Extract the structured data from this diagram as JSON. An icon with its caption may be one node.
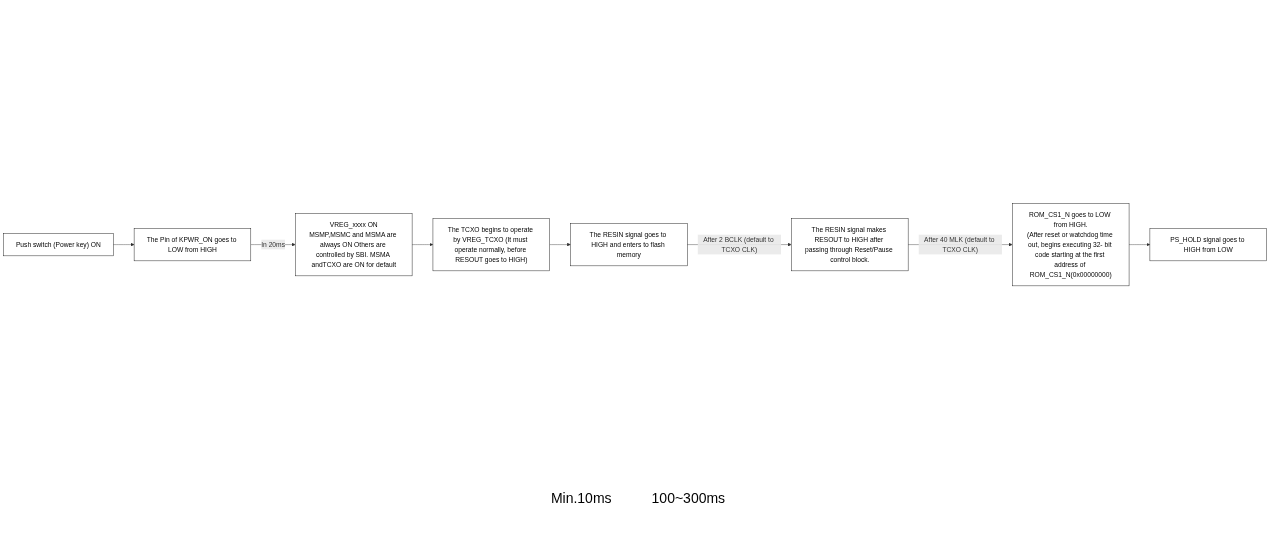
{
  "diagram": {
    "nodes": [
      {
        "text": [
          "Push switch (Power key) ON"
        ]
      },
      {
        "text": [
          "The Pin of KPWR_ON goes to LOW from HIGH"
        ]
      },
      {
        "text": [
          "VREG_xxxx ON",
          "MSMP,MSMC and MSMA are always ON Others are controlled by SBI. MSMA andTCXO are ON for default"
        ]
      },
      {
        "text": [
          "The TCXO begins to operate by VREG_TCXO (It must operate normally, before RESOUT goes to HIGH)"
        ]
      },
      {
        "text": [
          "The RESIN signal goes to HIGH and enters to flash memory"
        ]
      },
      {
        "text": [
          "The RESIN signal makes RESOUT to HIGH after passing through Reset/Pause control block."
        ]
      },
      {
        "text": [
          "ROM_CS1_N goes to LOW from HIGH.",
          "(After reset or watchdog time out, begins executing 32- bit code starting at the first address of ROM_CS1_N(0x00000000)"
        ]
      },
      {
        "text": [
          "PS_HOLD signal goes to HIGH from LOW"
        ]
      }
    ],
    "edges": [
      {
        "from": 0,
        "to": 1,
        "arrow": "to"
      },
      {
        "from": 1,
        "to": 2,
        "arrow": "to",
        "label": "In 20ms"
      },
      {
        "from": 2,
        "to": 3,
        "arrow": "to"
      },
      {
        "from": 3,
        "to": 4,
        "arrow": "to"
      },
      {
        "from": 4,
        "to": 5,
        "arrow": "to",
        "label": "After 2 BCLK (default to TCXO CLK)"
      },
      {
        "from": 5,
        "to": 6,
        "arrow": "to",
        "label": "After 40 MLK (default to TCXO CLK)"
      },
      {
        "from": 6,
        "to": 7,
        "arrow": "to"
      }
    ],
    "labels": [
      "Min.10ms",
      "100~300ms"
    ]
  }
}
